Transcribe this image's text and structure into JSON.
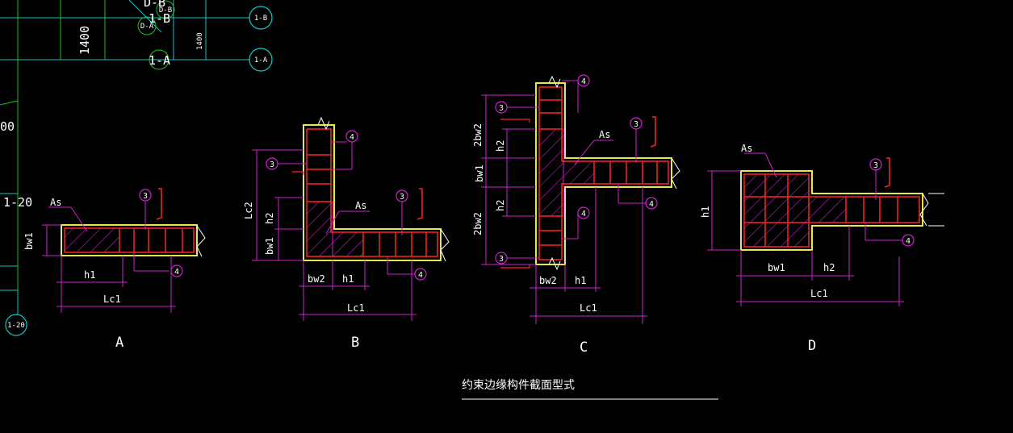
{
  "grid": {
    "bubbles": [
      "1-B",
      "1-A",
      "1-20",
      "D-B",
      "D-A"
    ],
    "labels": [
      "1-B",
      "1-A",
      "1-20",
      "1400",
      "1400",
      "00",
      "D-B"
    ]
  },
  "sections": {
    "A": {
      "caption": "A",
      "as": "As",
      "bw1": "bw1",
      "h1": "h1",
      "lc1": "Lc1",
      "c3": "3",
      "c4": "4"
    },
    "B": {
      "caption": "B",
      "as": "As",
      "lc2": "Lc2",
      "h2": "h2",
      "bw1": "bw1",
      "bw2": "bw2",
      "h1": "h1",
      "lc1": "Lc1",
      "c3": "3",
      "c4": "4"
    },
    "C": {
      "caption": "C",
      "as": "As",
      "bw2a": "2bw2",
      "h2a": "h2",
      "bw1": "bw1",
      "h2b": "h2",
      "bw2b": "2bw2",
      "bw2": "bw2",
      "h1": "h1",
      "lc1": "Lc1",
      "c3": "3",
      "c4": "4"
    },
    "D": {
      "caption": "D",
      "as": "As",
      "h1v": "h1",
      "bw1": "bw1",
      "h2": "h2",
      "lc1": "Lc1",
      "c3": "3",
      "c4": "4"
    }
  },
  "title": "约束边缘构件截面型式",
  "colors": {
    "wall": "#e8e84a",
    "rebar": "#ff2222",
    "hatch": "#d020d0",
    "dim": "#d020d0",
    "grid": "#10c8c8",
    "gridline": "#20c020",
    "white": "#ffffff"
  }
}
